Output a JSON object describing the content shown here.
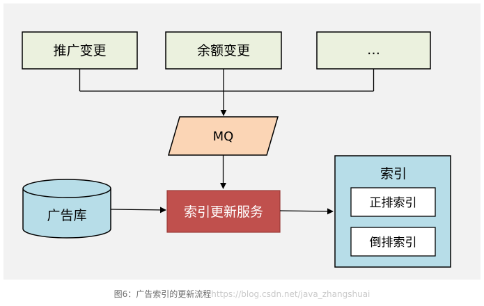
{
  "diagram": {
    "nodes": {
      "promotion_change": "推广变更",
      "balance_change": "余额变更",
      "more": "…",
      "mq": "MQ",
      "ad_db": "广告库",
      "index_update_service": "索引更新服务",
      "index_group": "索引",
      "forward_index": "正排索引",
      "inverted_index": "倒排索引"
    }
  },
  "caption": {
    "text": "图6：广告索引的更新流程",
    "watermark": "https://blog.csdn.net/java_zhangshuai"
  },
  "colors": {
    "panel_bg": "#f2f2f2",
    "event_box_fill": "#ebf1de",
    "mq_fill": "#fbd5b5",
    "db_fill": "#b7dde8",
    "service_fill": "#c0504d",
    "index_group_fill": "#b7dde8",
    "stroke": "#000000"
  }
}
